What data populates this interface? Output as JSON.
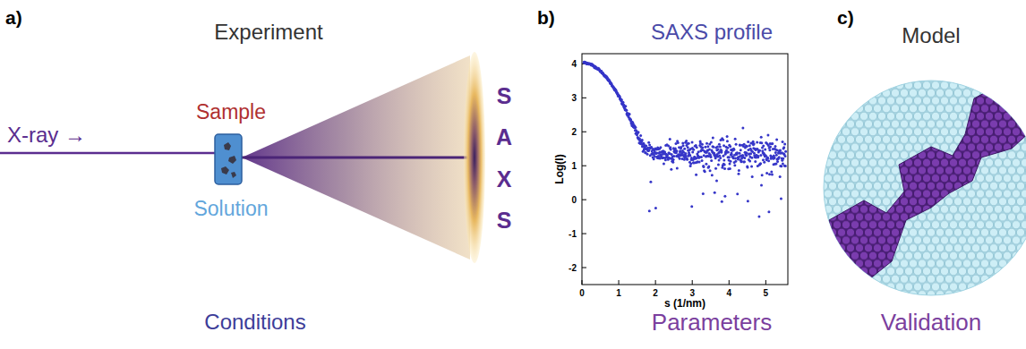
{
  "diagram": {
    "labels": [
      "a)",
      "Experiment",
      "X-ray →",
      "Sample",
      "Solution",
      "SAXS",
      "Conditions",
      "b)",
      "SAXS profile",
      "Log(I)",
      "s (1/nm)",
      "4",
      "3",
      "2",
      "1",
      "0",
      "-1",
      "-2",
      "0",
      "1",
      "2",
      "3",
      "4",
      "5",
      "Parameters",
      "c)",
      "Model",
      "Validation"
    ]
  }
}
